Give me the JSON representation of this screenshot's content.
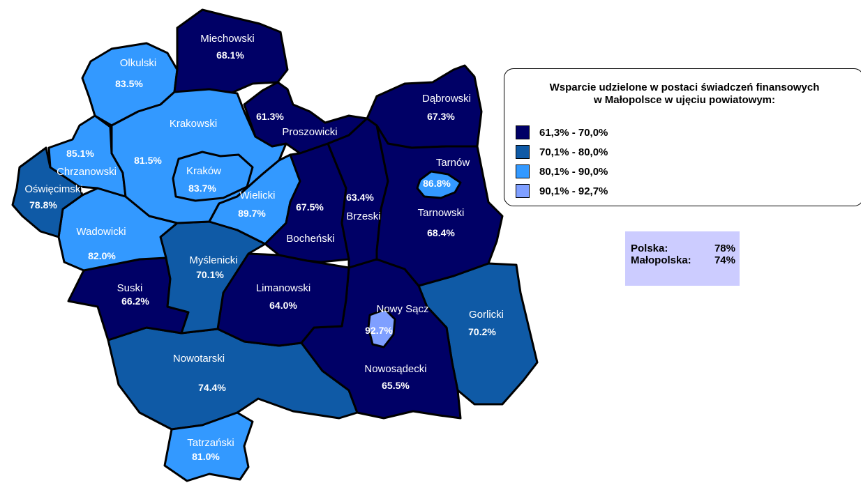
{
  "legend": {
    "title_line1": "Wsparcie udzielone w postaci świadczeń finansowych",
    "title_line2": "w Małopolsce w ujęciu powiatowym:",
    "items": [
      {
        "label": "61,3% - 70,0%",
        "color": "#000066"
      },
      {
        "label": "70,1% - 80,0%",
        "color": "#0f5aa6"
      },
      {
        "label": "80,1% - 90,0%",
        "color": "#3399ff"
      },
      {
        "label": "90,1% - 92,7%",
        "color": "#7f9fff"
      }
    ]
  },
  "summary": [
    {
      "label": "Polska:",
      "value": "78%"
    },
    {
      "label": "Małopolska:",
      "value": "74%"
    }
  ],
  "regions": [
    {
      "name": "Miechowski",
      "value": "68.1%"
    },
    {
      "name": "Olkulski",
      "value": "83.5%"
    },
    {
      "name": "Dąbrowski",
      "value": "67.3%"
    },
    {
      "name": "Proszowicki",
      "value": "61.3%"
    },
    {
      "name": "Krakowski",
      "value": "81.5%"
    },
    {
      "name": "Chrzanowski",
      "value": "85.1%"
    },
    {
      "name": "Kraków",
      "value": "83.7%"
    },
    {
      "name": "Oświęcimski",
      "value": "78.8%"
    },
    {
      "name": "Wielicki",
      "value": "89.7%"
    },
    {
      "name": "Bocheński",
      "value": "67.5%"
    },
    {
      "name": "Brzeski",
      "value": "63.4%"
    },
    {
      "name": "Tarnów",
      "value": "86.8%"
    },
    {
      "name": "Tarnowski",
      "value": "68.4%"
    },
    {
      "name": "Wadowicki",
      "value": "82.0%"
    },
    {
      "name": "Myślenicki",
      "value": "70.1%"
    },
    {
      "name": "Suski",
      "value": "66.2%"
    },
    {
      "name": "Limanowski",
      "value": "64.0%"
    },
    {
      "name": "Nowy Sącz",
      "value": "92.7%"
    },
    {
      "name": "Gorlicki",
      "value": "70.2%"
    },
    {
      "name": "Nowotarski",
      "value": "74.4%"
    },
    {
      "name": "Nowosądecki",
      "value": "65.5%"
    },
    {
      "name": "Tatrzański",
      "value": "81.0%"
    }
  ]
}
